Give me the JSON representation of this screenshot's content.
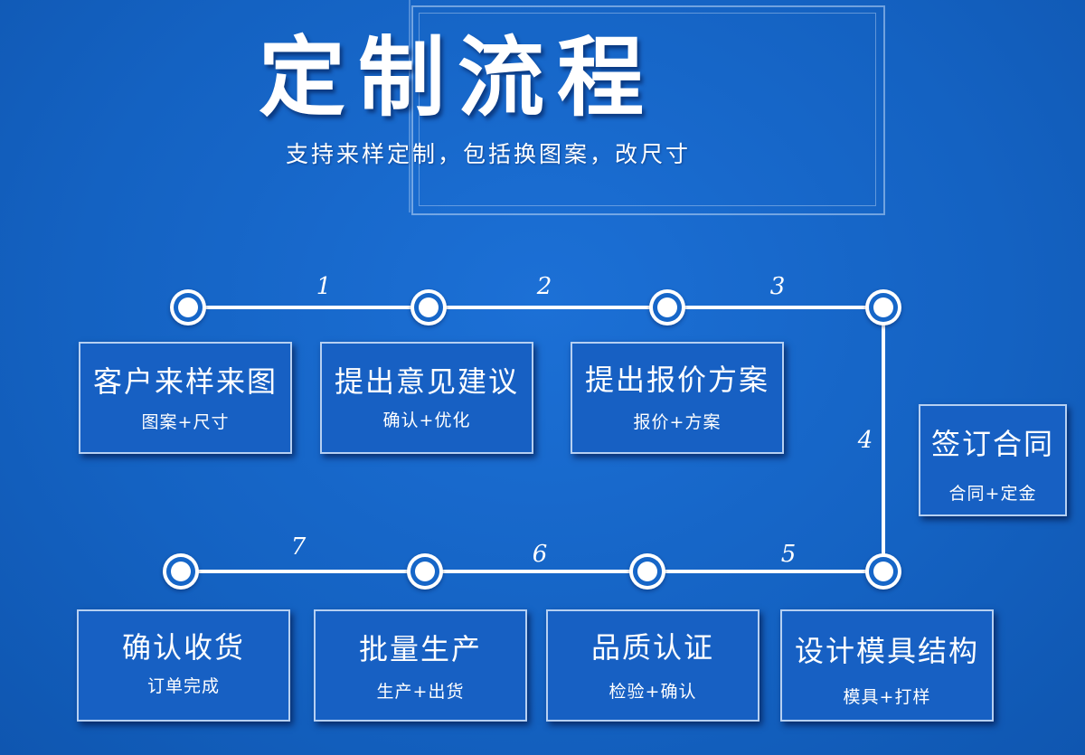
{
  "header": {
    "title": "定制流程",
    "subtitle": "支持来样定制，包括换图案，改尺寸"
  },
  "steps": [
    {
      "number": "1",
      "title": "客户来样来图",
      "subtitle": "图案+尺寸"
    },
    {
      "number": "2",
      "title": "提出意见建议",
      "subtitle": "确认+优化"
    },
    {
      "number": "3",
      "title": "提出报价方案",
      "subtitle": "报价+方案"
    },
    {
      "number": "4",
      "title": "签订合同",
      "subtitle": "合同+定金"
    },
    {
      "number": "5",
      "title": "设计模具结构",
      "subtitle": "模具+打样"
    },
    {
      "number": "6",
      "title": "品质认证",
      "subtitle": "检验+确认"
    },
    {
      "number": "7",
      "title": "批量生产",
      "subtitle": "生产+出货"
    },
    {
      "number": "",
      "title": "确认收货",
      "subtitle": "订单完成"
    }
  ],
  "colors": {
    "background": "#1666c8",
    "line": "#ffffff",
    "box": "#1760c3"
  }
}
